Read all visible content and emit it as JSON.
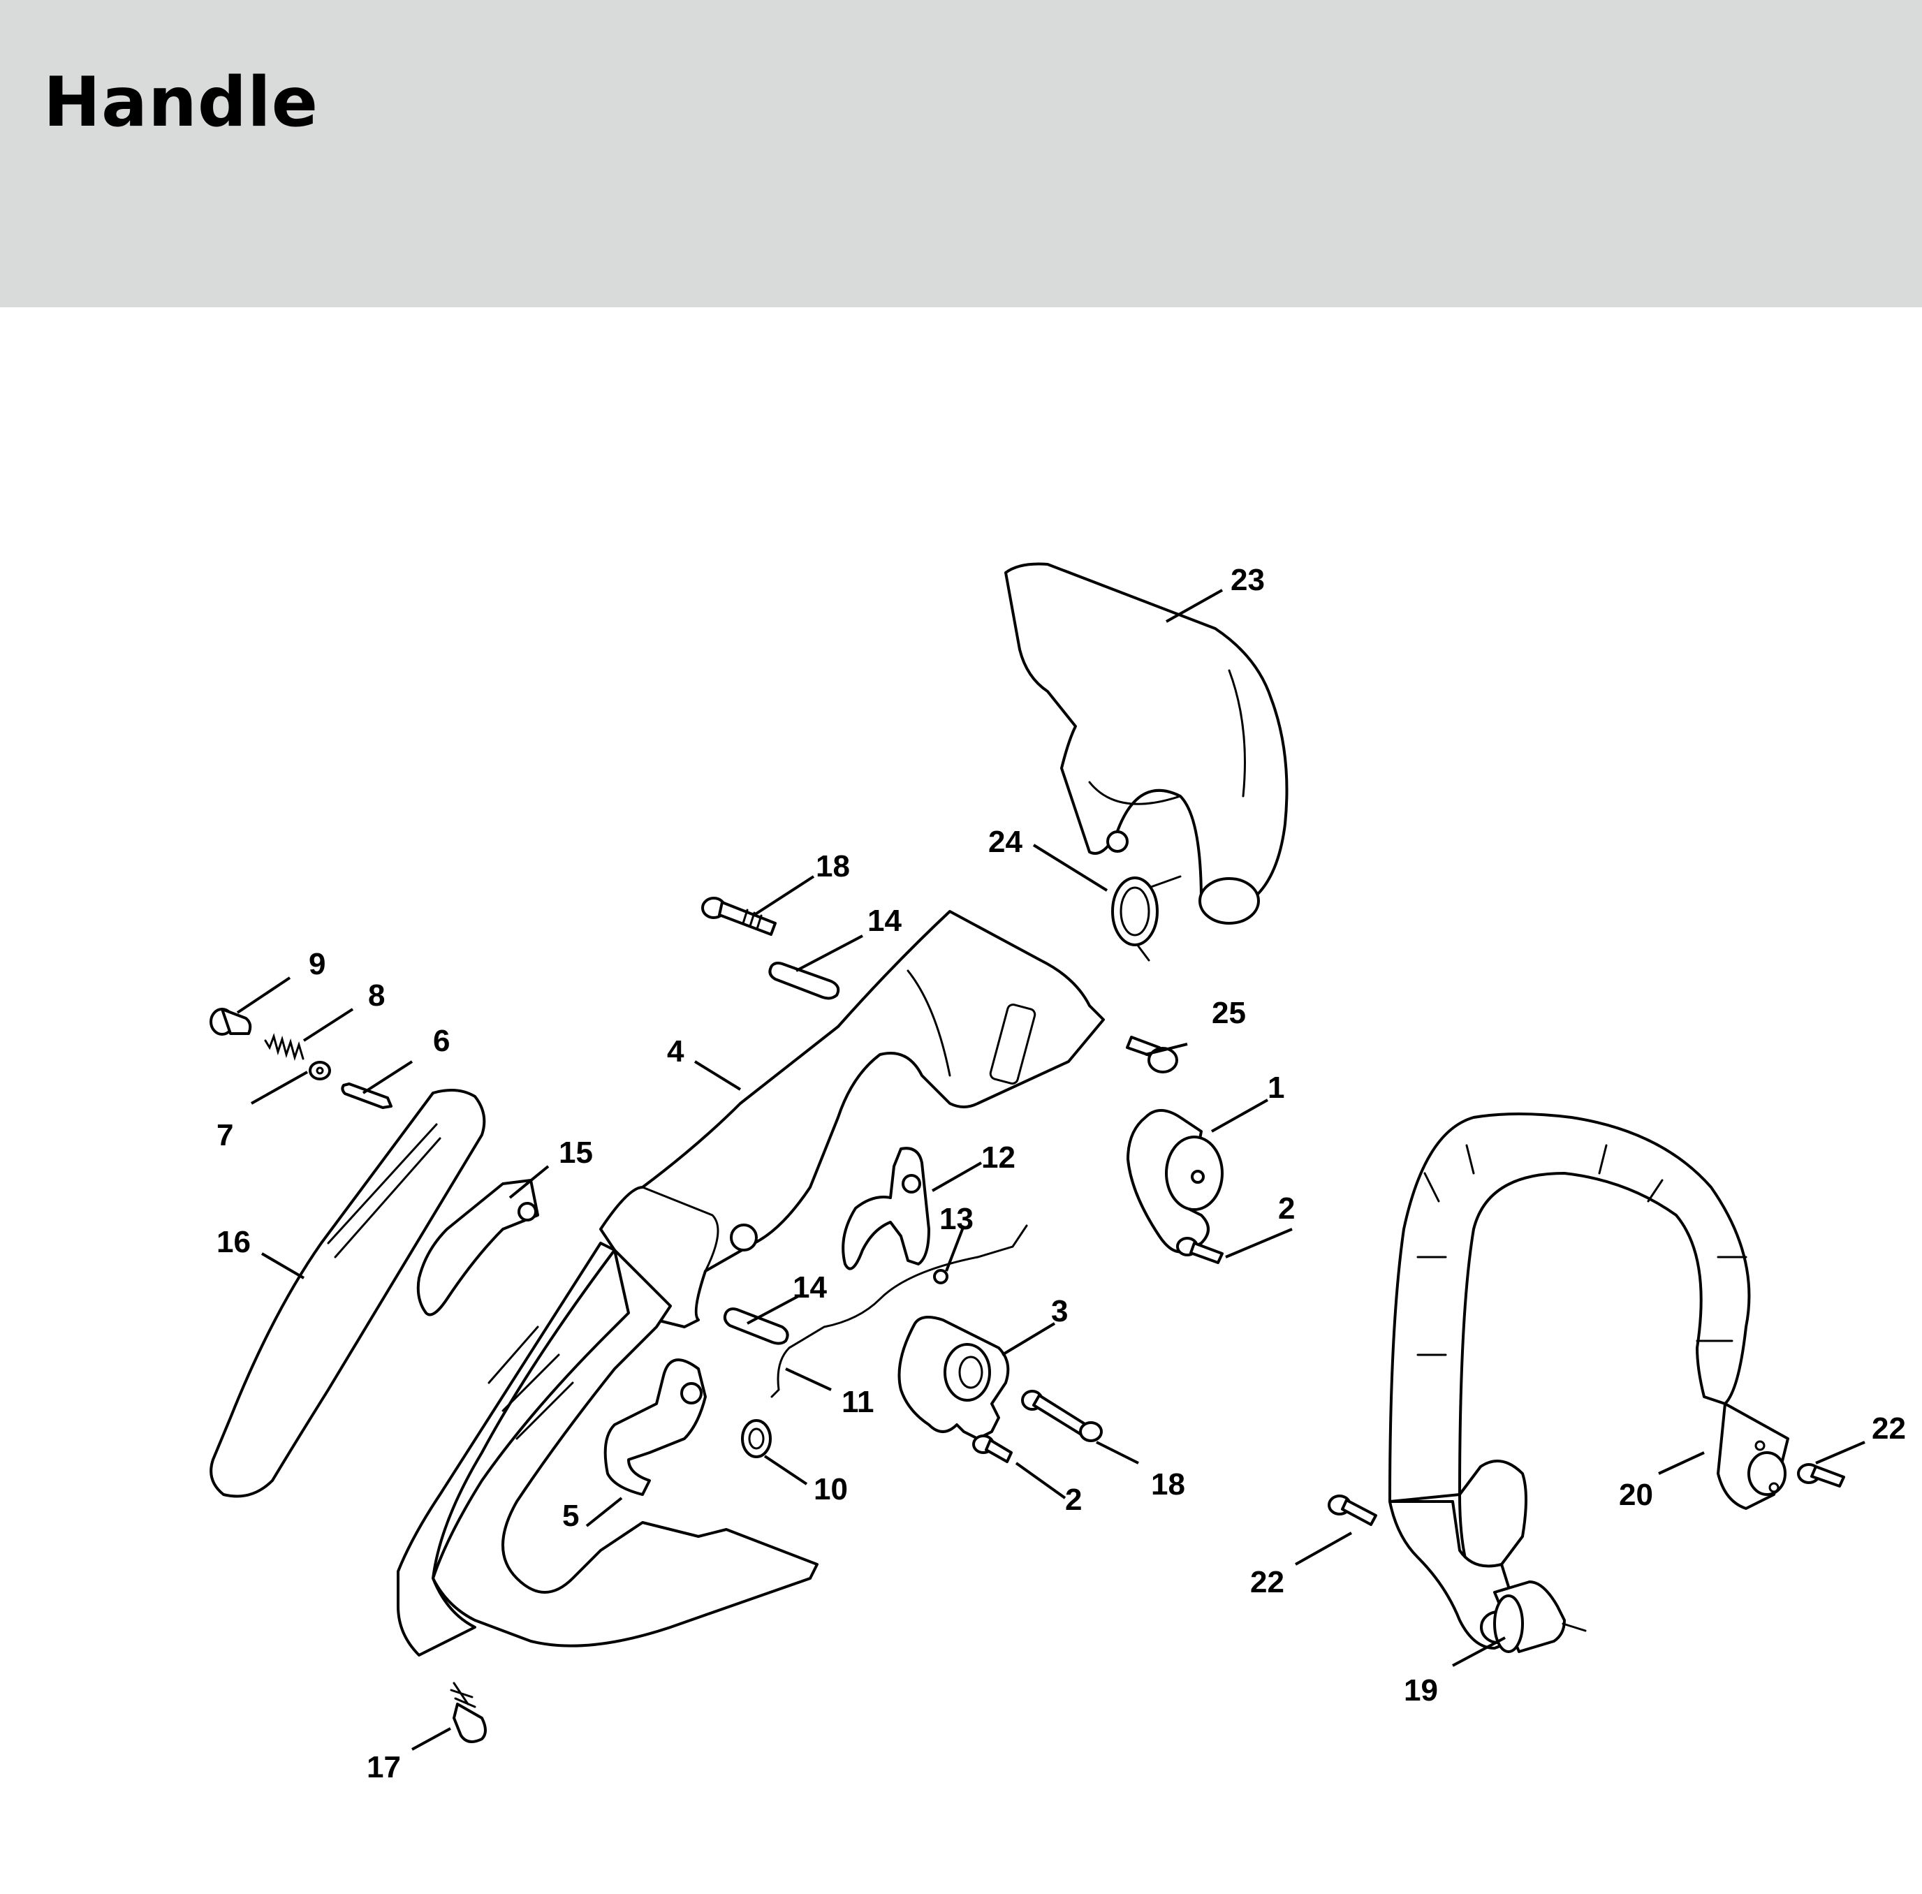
{
  "title": "Handle",
  "callouts": [
    "1",
    "2",
    "2",
    "3",
    "4",
    "5",
    "6",
    "7",
    "8",
    "9",
    "10",
    "11",
    "12",
    "13",
    "14",
    "14",
    "15",
    "16",
    "17",
    "18",
    "18",
    "19",
    "20",
    "22",
    "22",
    "23",
    "24",
    "25"
  ]
}
